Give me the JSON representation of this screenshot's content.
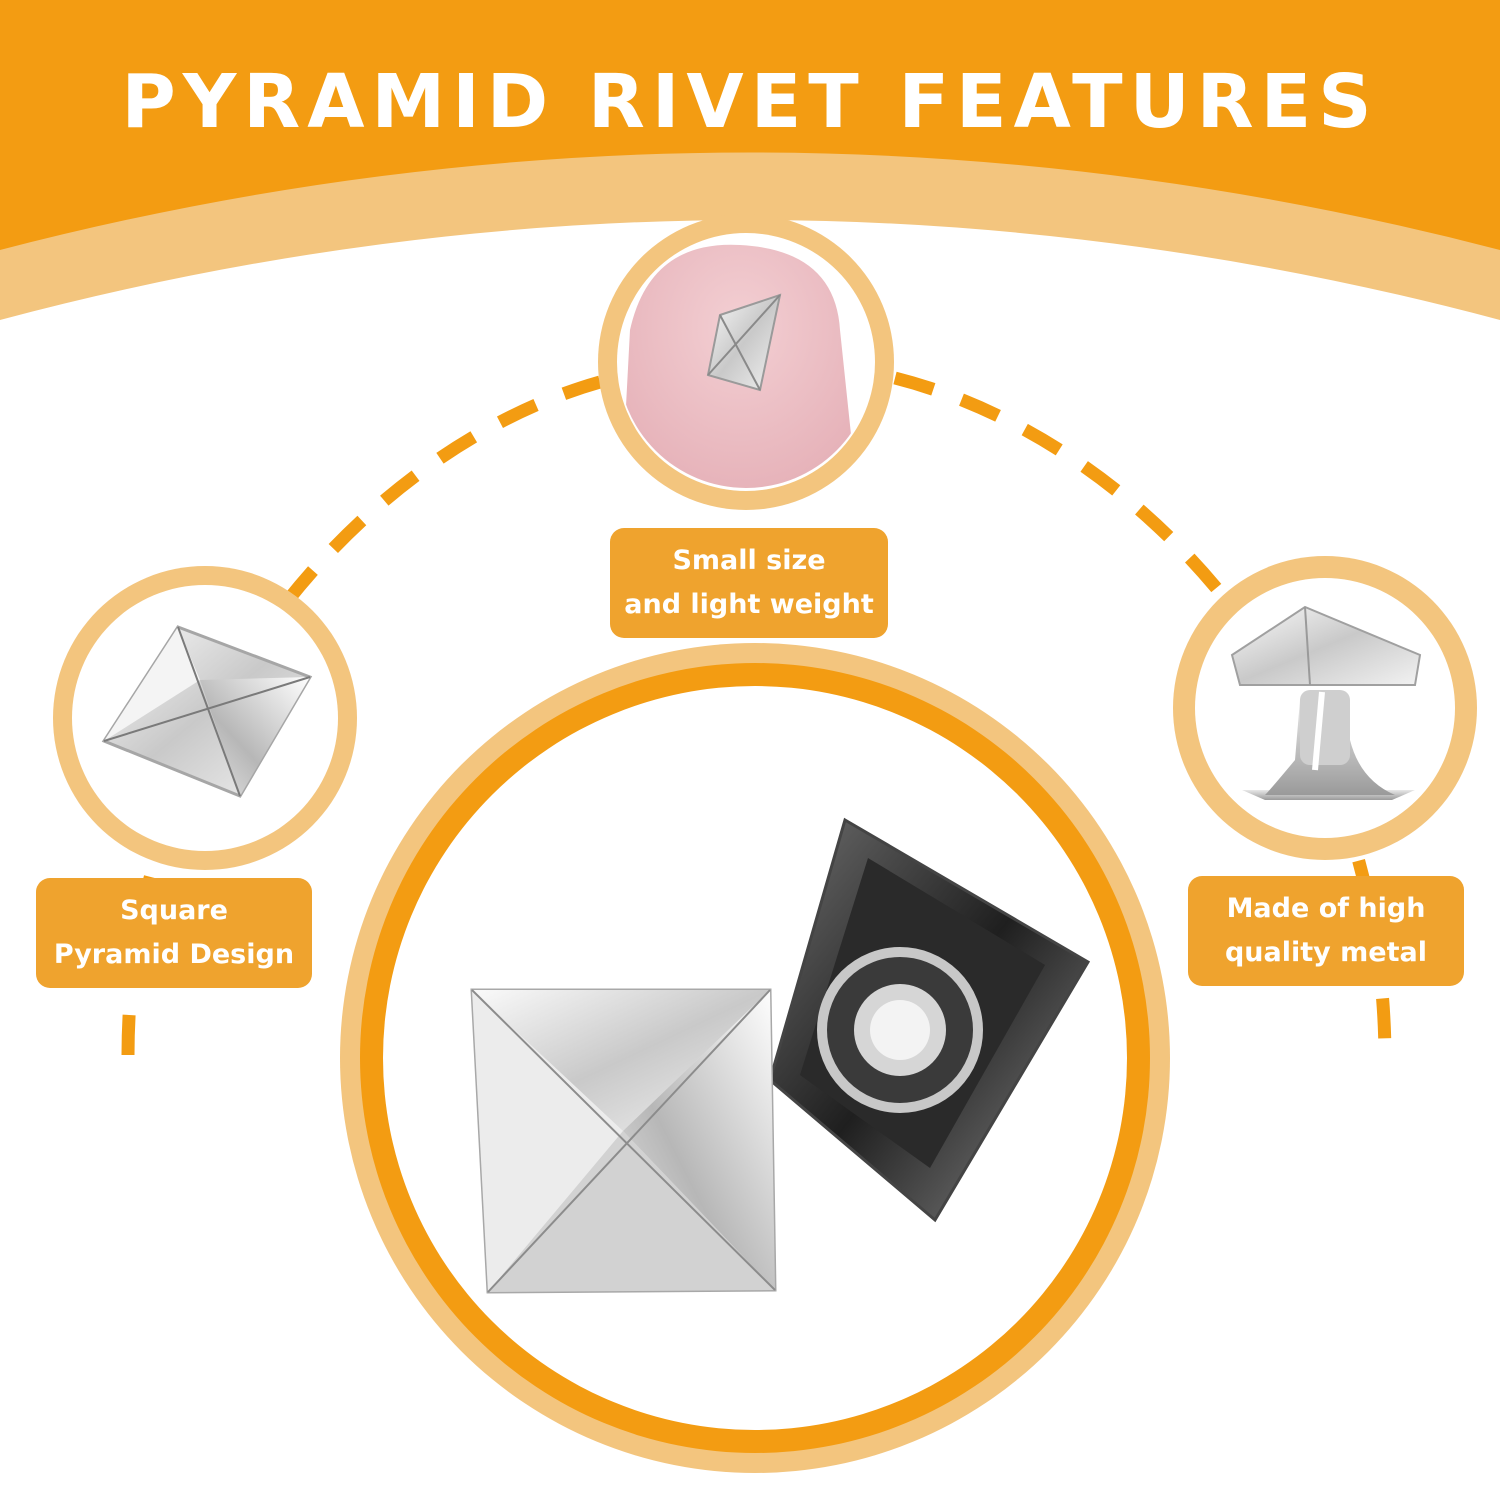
{
  "title": "PYRAMID RIVET FEATURES",
  "colors": {
    "accent": "#F39C12",
    "ring_light": "#F3C57E",
    "label_bg": "#EFA32E",
    "text": "#FFFFFF"
  },
  "features": [
    {
      "name": "small-size",
      "line1": "Small size",
      "line2": "and light weight",
      "icon": "finger-with-rivet-image"
    },
    {
      "name": "square-pyramid",
      "line1": "Square",
      "line2": "Pyramid Design",
      "icon": "pyramid-stud-image"
    },
    {
      "name": "quality-metal",
      "line1": "Made of high",
      "line2": "quality metal",
      "icon": "rivet-with-post-image"
    }
  ],
  "main_image": "pyramid-rivet-front-and-back-image"
}
